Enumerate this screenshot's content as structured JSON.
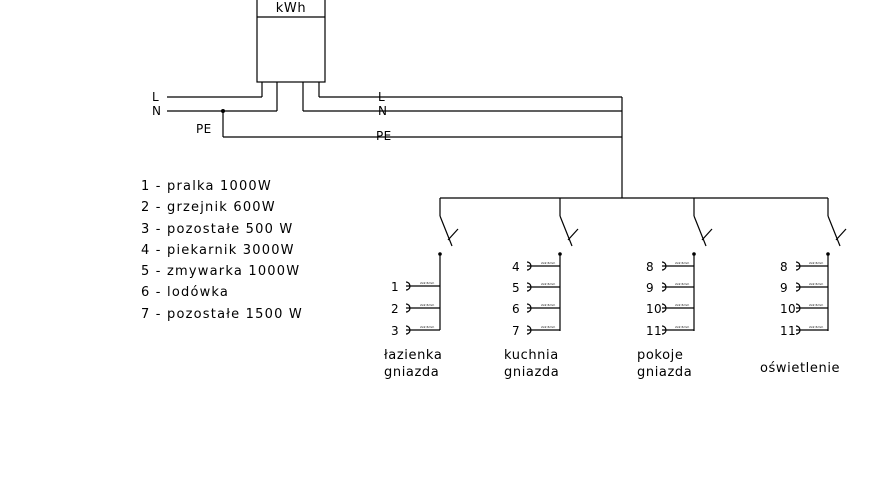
{
  "meter": {
    "label": "kWh"
  },
  "supply": {
    "left_labels": [
      "L",
      "N",
      "PE"
    ],
    "right_labels": [
      "L",
      "N",
      "PE"
    ]
  },
  "legend": [
    "1 - pralka 1000W",
    "2 - grzejnik 600W",
    "3 - pozostałe 500 W",
    "4 - piekarnik 3000W",
    "5 - zmywarka 1000W",
    "6 - lodówka",
    "7 - pozostałe 1500 W"
  ],
  "circuits": [
    {
      "numbers": [
        "1",
        "2",
        "3"
      ],
      "caption": [
        "łazienka",
        "gniazda"
      ]
    },
    {
      "numbers": [
        "4",
        "5",
        "6",
        "7"
      ],
      "caption": [
        "kuchnia",
        "gniazda"
      ]
    },
    {
      "numbers": [
        "8",
        "9",
        "10",
        "11"
      ],
      "caption": [
        "pokoje",
        "gniazda"
      ]
    },
    {
      "numbers": [
        "8",
        "9",
        "10",
        "11"
      ],
      "caption": [
        "oświetlenie"
      ]
    }
  ],
  "socket_tag": "2x2,5mm"
}
